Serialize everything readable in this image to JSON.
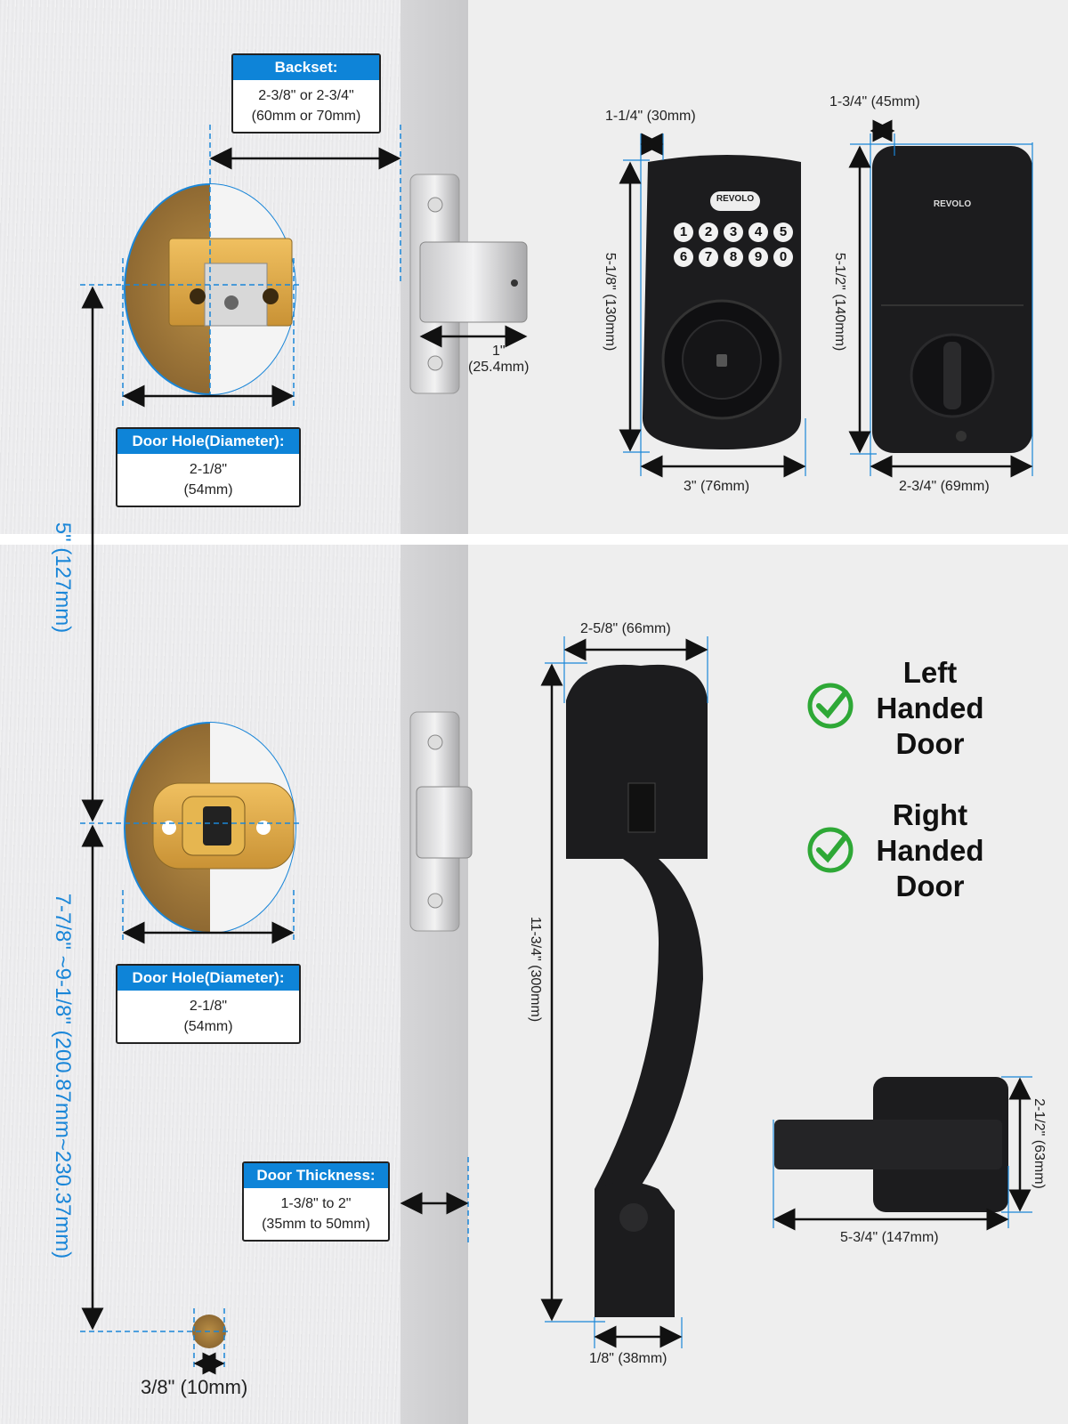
{
  "backset": {
    "title": "Backset:",
    "line1": "2-3/8\" or 2-3/4\"",
    "line2": "(60mm or 70mm)"
  },
  "door_hole_top": {
    "title": "Door Hole(Diameter):",
    "line1": "2-1/8\"",
    "line2": "(54mm)"
  },
  "door_hole_bottom": {
    "title": "Door Hole(Diameter):",
    "line1": "2-1/8\"",
    "line2": "(54mm)"
  },
  "door_thickness": {
    "title": "Door Thickness:",
    "line1": "1-3/8\" to 2\"",
    "line2": "(35mm to 50mm)"
  },
  "latch_depth": {
    "line1": "1\"",
    "line2": "(25.4mm)"
  },
  "vertical_5": "5\" (127mm)",
  "vertical_long": "7-7/8\" ~9-1/8\" (200.87mm~230.37mm)",
  "small_hole": "3/8\" (10mm)",
  "keypad": {
    "brand": "REVOLO",
    "depth": "1-1/4\" (30mm)",
    "height": "5-1/8\" (130mm)",
    "width": "3\" (76mm)",
    "keys": [
      "1",
      "2",
      "3",
      "4",
      "5",
      "6",
      "7",
      "8",
      "9",
      "0"
    ]
  },
  "back_unit": {
    "brand": "REVOLO",
    "depth": "1-3/4\" (45mm)",
    "height": "5-1/2\" (140mm)",
    "width": "2-3/4\" (69mm)"
  },
  "handle": {
    "top_width": "2-5/8\" (66mm)",
    "height": "11-3/4\" (300mm)",
    "bottom_width": "1/8\" (38mm)"
  },
  "lever": {
    "height": "2-1/2\" (63mm)",
    "width": "5-3/4\" (147mm)"
  },
  "left_door": {
    "line1": "Left",
    "line2": "Handed",
    "line3": "Door"
  },
  "right_door": {
    "line1": "Right",
    "line2": "Handed",
    "line3": "Door"
  },
  "colors": {
    "accent_blue": "#0e84d8",
    "check_green": "#2ea836",
    "lock_black": "#1c1c1e"
  }
}
